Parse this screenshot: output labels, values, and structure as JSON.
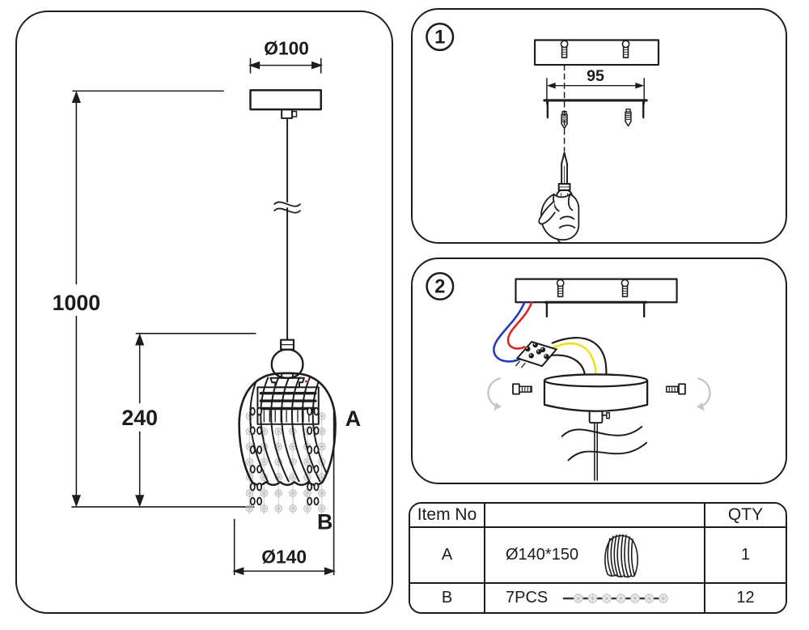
{
  "sheet": {
    "title_semantic": "pendant-lamp-installation-instructions"
  },
  "colors": {
    "line": "#1d1d1d",
    "wire_blue": "#2238c0",
    "wire_red": "#dd2420",
    "wire_yellow": "#ede21a",
    "wire_black": "#1d1d1d",
    "bead_gray": "#bfbfbf",
    "rotation_arrow_gray": "#c6c6c6",
    "accent_red_mark": "#c43a2f"
  },
  "dimension_panel": {
    "canopy_diameter_label": "Ø100",
    "drop_length_label": "1000",
    "shade_height_label": "240",
    "shade_diameter_label": "Ø140",
    "part_a_label": "A",
    "part_b_label": "B"
  },
  "step1_panel": {
    "step_number": "1",
    "hole_spacing_label": "95"
  },
  "step2_panel": {
    "step_number": "2"
  },
  "parts_table": {
    "header": {
      "item_no": "Item No",
      "description": "",
      "qty": "QTY"
    },
    "rows": [
      {
        "item_no": "A",
        "spec": "Ø140*150",
        "qty": "1",
        "icon": "swirl-shade-icon"
      },
      {
        "item_no": "B",
        "spec": "7PCS",
        "qty": "12",
        "icon": "bead-strand-icon"
      }
    ]
  }
}
